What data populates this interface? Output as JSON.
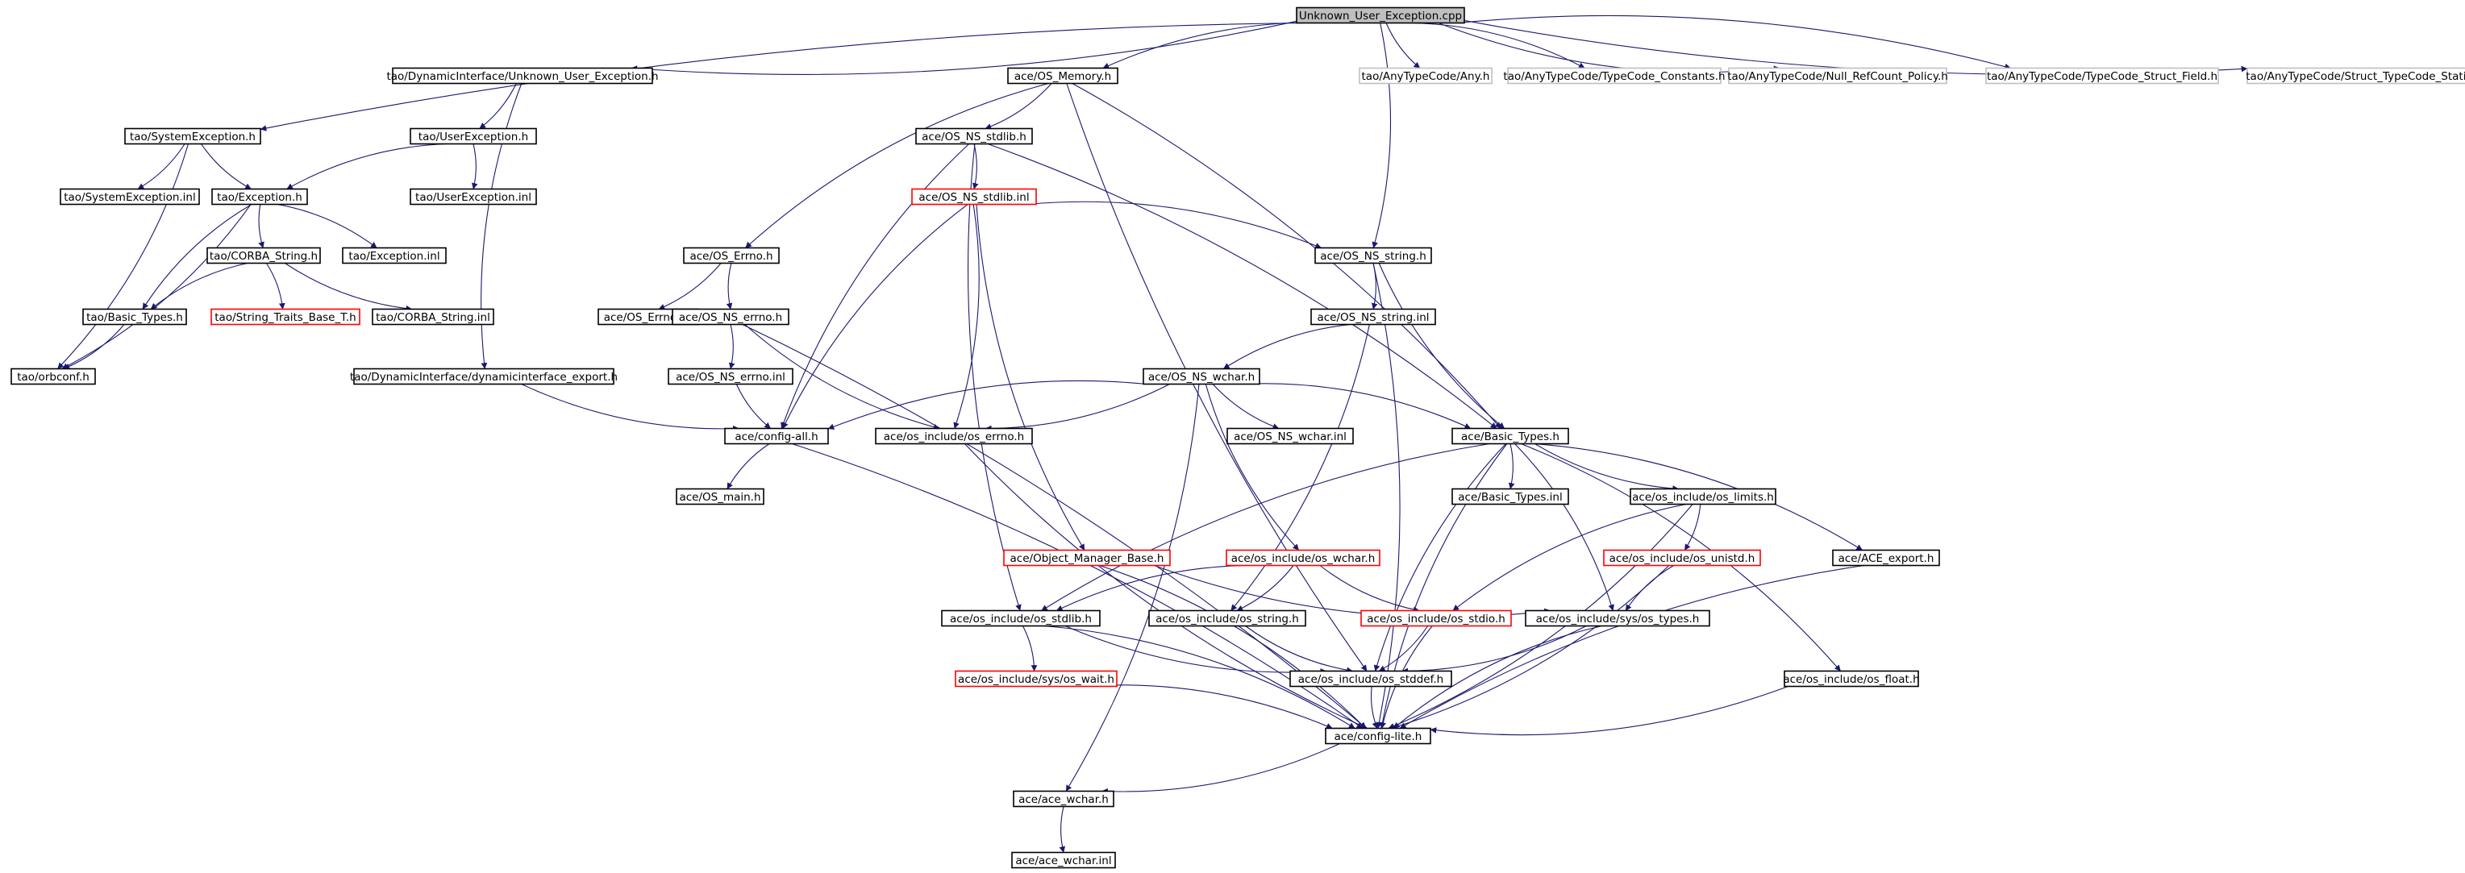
{
  "colors": {
    "edge": "#191970",
    "normal_border": "#000000",
    "truncated_border": "#ff0000",
    "external_border": "#bfbfbf",
    "root_fill": "#bfbfbf"
  },
  "nodes": [
    {
      "id": "root",
      "label": "Unknown_User_Exception.cpp",
      "style": "root"
    },
    {
      "id": "tao_dyn_uue",
      "label": "tao/DynamicInterface/Unknown_User_Exception.h",
      "style": "normal"
    },
    {
      "id": "ace_os_memory",
      "label": "ace/OS_Memory.h",
      "style": "normal"
    },
    {
      "id": "tao_any_any",
      "label": "tao/AnyTypeCode/Any.h",
      "style": "external"
    },
    {
      "id": "tao_any_tcconst",
      "label": "tao/AnyTypeCode/TypeCode_Constants.h",
      "style": "external"
    },
    {
      "id": "tao_any_nullref",
      "label": "tao/AnyTypeCode/Null_RefCount_Policy.h",
      "style": "external"
    },
    {
      "id": "tao_any_tcsf",
      "label": "tao/AnyTypeCode/TypeCode_Struct_Field.h",
      "style": "external"
    },
    {
      "id": "tao_any_stcs",
      "label": "tao/AnyTypeCode/Struct_TypeCode_Static.h",
      "style": "external"
    },
    {
      "id": "tao_sysexc",
      "label": "tao/SystemException.h",
      "style": "normal"
    },
    {
      "id": "tao_userexc",
      "label": "tao/UserException.h",
      "style": "normal"
    },
    {
      "id": "ace_ns_stdlib",
      "label": "ace/OS_NS_stdlib.h",
      "style": "normal"
    },
    {
      "id": "tao_sysexc_inl",
      "label": "tao/SystemException.inl",
      "style": "normal"
    },
    {
      "id": "tao_exception",
      "label": "tao/Exception.h",
      "style": "normal"
    },
    {
      "id": "tao_userexc_inl",
      "label": "tao/UserException.inl",
      "style": "normal"
    },
    {
      "id": "ace_ns_stdlib_inl",
      "label": "ace/OS_NS_stdlib.inl",
      "style": "truncated"
    },
    {
      "id": "ace_os_errno",
      "label": "ace/OS_Errno.h",
      "style": "normal"
    },
    {
      "id": "ace_ns_string",
      "label": "ace/OS_NS_string.h",
      "style": "normal"
    },
    {
      "id": "tao_corba_string",
      "label": "tao/CORBA_String.h",
      "style": "normal"
    },
    {
      "id": "tao_exception_inl",
      "label": "tao/Exception.inl",
      "style": "normal"
    },
    {
      "id": "ace_os_errno_inl",
      "label": "ace/OS_Errno.inl",
      "style": "normal"
    },
    {
      "id": "ace_ns_errno",
      "label": "ace/OS_NS_errno.h",
      "style": "normal"
    },
    {
      "id": "ace_ns_string_inl",
      "label": "ace/OS_NS_string.inl",
      "style": "normal"
    },
    {
      "id": "tao_basic_types",
      "label": "tao/Basic_Types.h",
      "style": "normal"
    },
    {
      "id": "tao_string_traits",
      "label": "tao/String_Traits_Base_T.h",
      "style": "truncated"
    },
    {
      "id": "tao_corba_string_inl",
      "label": "tao/CORBA_String.inl",
      "style": "normal"
    },
    {
      "id": "tao_orbconf",
      "label": "tao/orbconf.h",
      "style": "normal"
    },
    {
      "id": "tao_dyn_export",
      "label": "tao/DynamicInterface/dynamicinterface_export.h",
      "style": "normal"
    },
    {
      "id": "ace_ns_errno_inl",
      "label": "ace/OS_NS_errno.inl",
      "style": "normal"
    },
    {
      "id": "ace_ns_wchar",
      "label": "ace/OS_NS_wchar.h",
      "style": "normal"
    },
    {
      "id": "ace_config_all",
      "label": "ace/config-all.h",
      "style": "normal"
    },
    {
      "id": "ace_osi_errno",
      "label": "ace/os_include/os_errno.h",
      "style": "normal"
    },
    {
      "id": "ace_ns_wchar_inl",
      "label": "ace/OS_NS_wchar.inl",
      "style": "normal"
    },
    {
      "id": "ace_basic_types",
      "label": "ace/Basic_Types.h",
      "style": "normal"
    },
    {
      "id": "ace_os_main",
      "label": "ace/OS_main.h",
      "style": "normal"
    },
    {
      "id": "ace_basic_types_inl",
      "label": "ace/Basic_Types.inl",
      "style": "normal"
    },
    {
      "id": "ace_osi_limits",
      "label": "ace/os_include/os_limits.h",
      "style": "normal"
    },
    {
      "id": "ace_obj_mgr_base",
      "label": "ace/Object_Manager_Base.h",
      "style": "truncated"
    },
    {
      "id": "ace_osi_wchar",
      "label": "ace/os_include/os_wchar.h",
      "style": "truncated"
    },
    {
      "id": "ace_osi_unistd",
      "label": "ace/os_include/os_unistd.h",
      "style": "truncated"
    },
    {
      "id": "ace_ace_export",
      "label": "ace/ACE_export.h",
      "style": "normal"
    },
    {
      "id": "ace_osi_stdlib",
      "label": "ace/os_include/os_stdlib.h",
      "style": "normal"
    },
    {
      "id": "ace_osi_string",
      "label": "ace/os_include/os_string.h",
      "style": "normal"
    },
    {
      "id": "ace_osi_stdio",
      "label": "ace/os_include/os_stdio.h",
      "style": "truncated"
    },
    {
      "id": "ace_osi_sys_types",
      "label": "ace/os_include/sys/os_types.h",
      "style": "normal"
    },
    {
      "id": "ace_osi_sys_wait",
      "label": "ace/os_include/sys/os_wait.h",
      "style": "truncated"
    },
    {
      "id": "ace_osi_stddef",
      "label": "ace/os_include/os_stddef.h",
      "style": "normal"
    },
    {
      "id": "ace_osi_float",
      "label": "ace/os_include/os_float.h",
      "style": "normal"
    },
    {
      "id": "ace_config_lite",
      "label": "ace/config-lite.h",
      "style": "normal"
    },
    {
      "id": "ace_ace_wchar",
      "label": "ace/ace_wchar.h",
      "style": "normal"
    },
    {
      "id": "ace_ace_wchar_inl",
      "label": "ace/ace_wchar.inl",
      "style": "normal"
    }
  ],
  "edges": [
    [
      "root",
      "tao_sysexc"
    ],
    [
      "root",
      "tao_dyn_uue"
    ],
    [
      "root",
      "ace_os_memory"
    ],
    [
      "root",
      "ace_ns_string"
    ],
    [
      "root",
      "tao_any_any"
    ],
    [
      "root",
      "tao_any_tcconst"
    ],
    [
      "root",
      "tao_any_nullref"
    ],
    [
      "root",
      "tao_any_tcsf"
    ],
    [
      "root",
      "tao_any_stcs"
    ],
    [
      "tao_dyn_uue",
      "tao_userexc"
    ],
    [
      "tao_dyn_uue",
      "tao_dyn_export"
    ],
    [
      "tao_sysexc",
      "tao_sysexc_inl"
    ],
    [
      "tao_sysexc",
      "tao_exception"
    ],
    [
      "tao_sysexc",
      "tao_orbconf"
    ],
    [
      "tao_userexc",
      "tao_exception"
    ],
    [
      "tao_userexc",
      "tao_userexc_inl"
    ],
    [
      "tao_exception",
      "tao_corba_string"
    ],
    [
      "tao_exception",
      "tao_exception_inl"
    ],
    [
      "tao_exception",
      "tao_basic_types"
    ],
    [
      "tao_exception",
      "tao_orbconf"
    ],
    [
      "tao_corba_string",
      "tao_basic_types"
    ],
    [
      "tao_corba_string",
      "tao_string_traits"
    ],
    [
      "tao_corba_string",
      "tao_corba_string_inl"
    ],
    [
      "tao_basic_types",
      "tao_orbconf"
    ],
    [
      "tao_dyn_export",
      "ace_config_all"
    ],
    [
      "ace_os_memory",
      "ace_ns_stdlib"
    ],
    [
      "ace_os_memory",
      "ace_os_errno"
    ],
    [
      "ace_os_memory",
      "ace_basic_types"
    ],
    [
      "ace_os_memory",
      "ace_osi_stddef"
    ],
    [
      "ace_ns_stdlib",
      "ace_ns_stdlib_inl"
    ],
    [
      "ace_ns_stdlib",
      "ace_config_all"
    ],
    [
      "ace_ns_stdlib",
      "ace_basic_types"
    ],
    [
      "ace_ns_stdlib",
      "ace_osi_stdlib"
    ],
    [
      "ace_ns_stdlib_inl",
      "ace_ns_string"
    ],
    [
      "ace_ns_stdlib_inl",
      "ace_config_all"
    ],
    [
      "ace_ns_stdlib_inl",
      "ace_osi_errno"
    ],
    [
      "ace_ns_stdlib_inl",
      "ace_obj_mgr_base"
    ],
    [
      "ace_os_errno",
      "ace_os_errno_inl"
    ],
    [
      "ace_os_errno",
      "ace_ns_errno"
    ],
    [
      "ace_ns_errno",
      "ace_ns_errno_inl"
    ],
    [
      "ace_ns_errno",
      "ace_osi_errno"
    ],
    [
      "ace_ns_errno",
      "ace_config_lite"
    ],
    [
      "ace_ns_errno_inl",
      "ace_config_all"
    ],
    [
      "ace_ns_string",
      "ace_ns_string_inl"
    ],
    [
      "ace_ns_string",
      "ace_basic_types"
    ],
    [
      "ace_ns_string",
      "ace_config_lite"
    ],
    [
      "ace_ns_string_inl",
      "ace_ns_wchar"
    ],
    [
      "ace_ns_string_inl",
      "ace_osi_string"
    ],
    [
      "ace_ns_wchar",
      "ace_config_all"
    ],
    [
      "ace_ns_wchar",
      "ace_osi_errno"
    ],
    [
      "ace_ns_wchar",
      "ace_ns_wchar_inl"
    ],
    [
      "ace_ns_wchar",
      "ace_basic_types"
    ],
    [
      "ace_ns_wchar",
      "ace_osi_wchar"
    ],
    [
      "ace_ns_wchar",
      "ace_ace_wchar"
    ],
    [
      "ace_config_all",
      "ace_os_main"
    ],
    [
      "ace_config_all",
      "ace_config_lite"
    ],
    [
      "ace_osi_errno",
      "ace_config_lite"
    ],
    [
      "ace_basic_types",
      "ace_basic_types_inl"
    ],
    [
      "ace_basic_types",
      "ace_osi_limits"
    ],
    [
      "ace_basic_types",
      "ace_ace_export"
    ],
    [
      "ace_basic_types",
      "ace_osi_stdlib"
    ],
    [
      "ace_basic_types",
      "ace_osi_sys_types"
    ],
    [
      "ace_basic_types",
      "ace_osi_stddef"
    ],
    [
      "ace_basic_types",
      "ace_osi_float"
    ],
    [
      "ace_basic_types",
      "ace_config_lite"
    ],
    [
      "ace_osi_limits",
      "ace_osi_unistd"
    ],
    [
      "ace_osi_limits",
      "ace_osi_stdio"
    ],
    [
      "ace_osi_limits",
      "ace_config_lite"
    ],
    [
      "ace_osi_unistd",
      "ace_osi_sys_types"
    ],
    [
      "ace_osi_unistd",
      "ace_config_lite"
    ],
    [
      "ace_obj_mgr_base",
      "ace_osi_sys_types"
    ],
    [
      "ace_obj_mgr_base",
      "ace_config_lite"
    ],
    [
      "ace_osi_wchar",
      "ace_osi_stdlib"
    ],
    [
      "ace_osi_wchar",
      "ace_osi_string"
    ],
    [
      "ace_osi_wchar",
      "ace_osi_stdio"
    ],
    [
      "ace_osi_stdlib",
      "ace_osi_sys_wait"
    ],
    [
      "ace_osi_stdlib",
      "ace_osi_stddef"
    ],
    [
      "ace_osi_stdlib",
      "ace_config_lite"
    ],
    [
      "ace_osi_string",
      "ace_osi_stddef"
    ],
    [
      "ace_osi_stdio",
      "ace_osi_stddef"
    ],
    [
      "ace_osi_stdio",
      "ace_config_lite"
    ],
    [
      "ace_osi_sys_types",
      "ace_osi_stddef"
    ],
    [
      "ace_osi_sys_types",
      "ace_config_lite"
    ],
    [
      "ace_osi_sys_wait",
      "ace_config_lite"
    ],
    [
      "ace_osi_stddef",
      "ace_config_lite"
    ],
    [
      "ace_osi_float",
      "ace_config_lite"
    ],
    [
      "ace_ace_export",
      "ace_config_lite"
    ],
    [
      "ace_config_lite",
      "ace_ace_wchar"
    ],
    [
      "ace_ace_wchar",
      "ace_ace_wchar_inl"
    ]
  ]
}
